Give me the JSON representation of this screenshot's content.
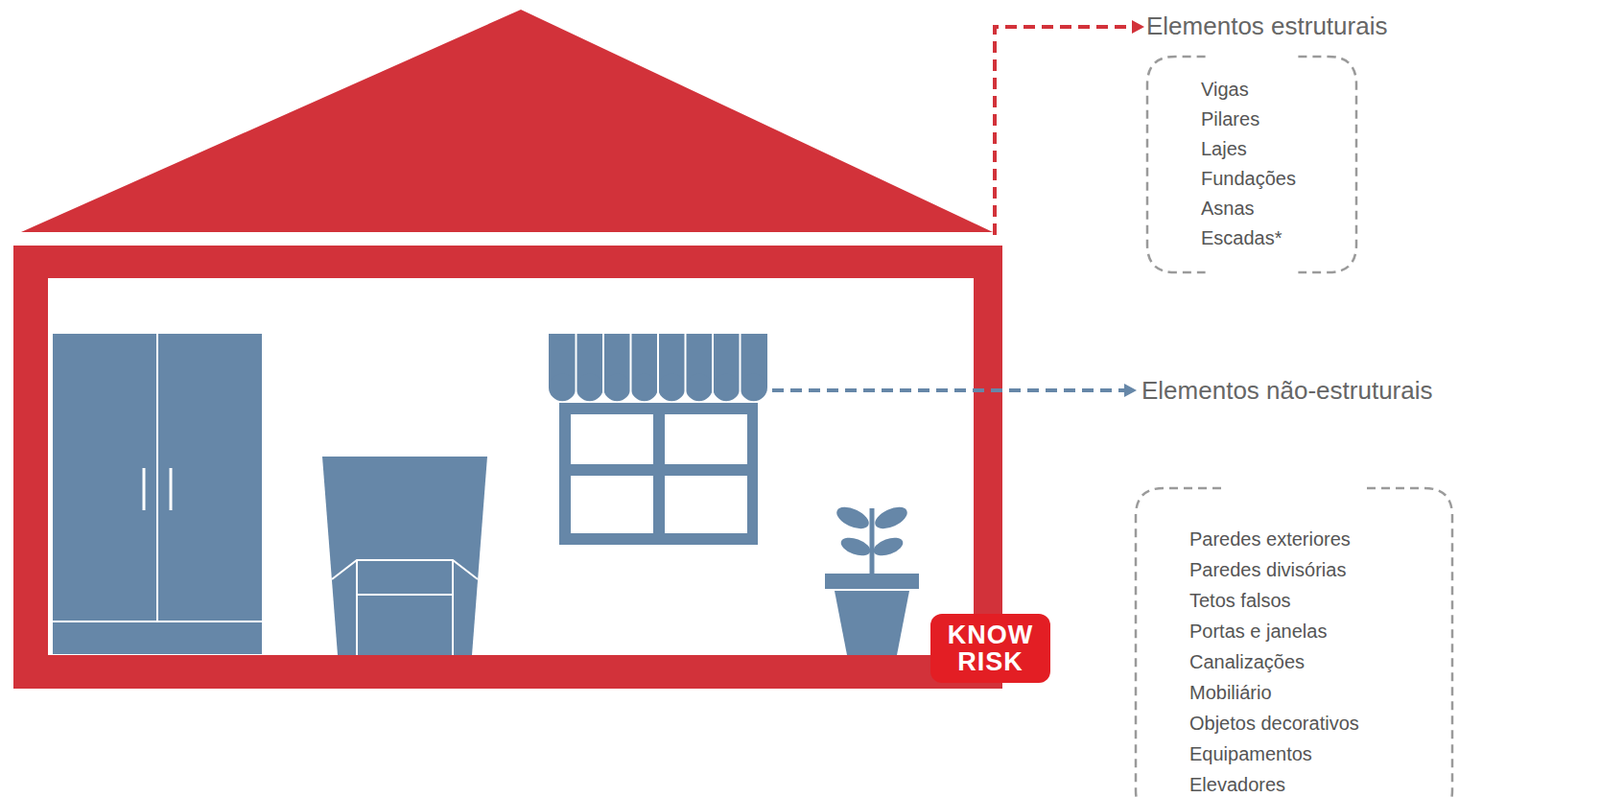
{
  "diagram": {
    "nodes": [
      {
        "text": [
          "Elementos estruturais",
          "Vigas",
          "Pilares",
          "Lajes",
          "Fundações",
          "Asnas",
          "Escadas*"
        ]
      },
      {
        "text": [
          "Elementos não-estruturais",
          "Paredes exteriores",
          "Paredes divisórias",
          "Tetos falsos",
          "Portas e janelas",
          "Canalizações",
          "Mobiliário",
          "Objetos decorativos",
          "Equipamentos",
          "Elevadores"
        ]
      }
    ],
    "labels": [
      "KNOW",
      "RISK"
    ]
  }
}
